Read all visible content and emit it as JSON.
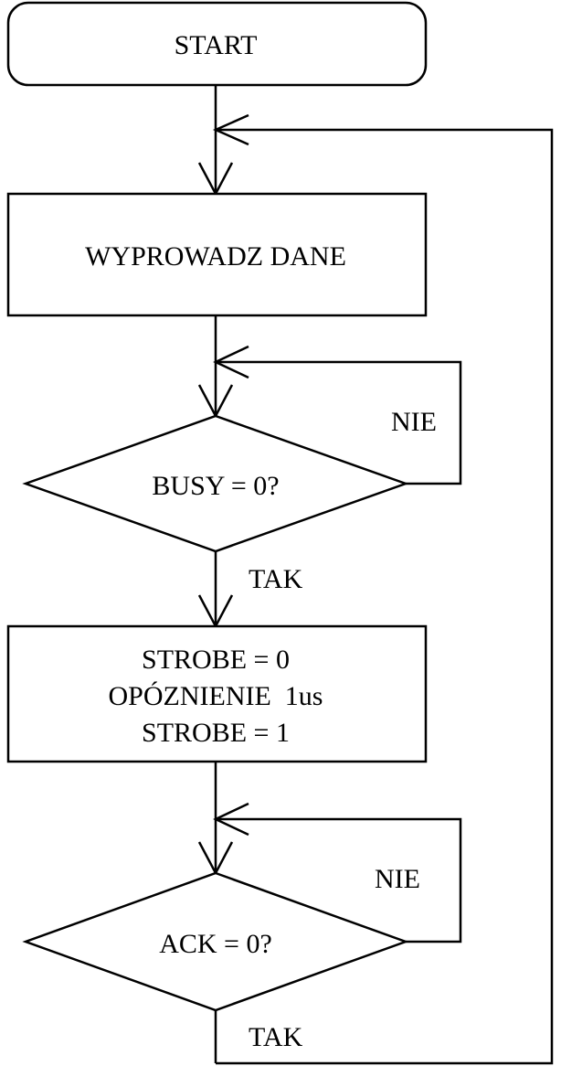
{
  "nodes": {
    "start": "START",
    "output": "WYPROWADZ DANE",
    "busy_check": "BUSY = 0?",
    "strobe_lines": [
      "STROBE = 0",
      "OPÓZNIENIE  1us",
      "STROBE = 1"
    ],
    "ack_check": "ACK = 0?"
  },
  "edges": {
    "busy_no": "NIE",
    "busy_yes": "TAK",
    "ack_no": "NIE",
    "ack_yes": "TAK"
  }
}
